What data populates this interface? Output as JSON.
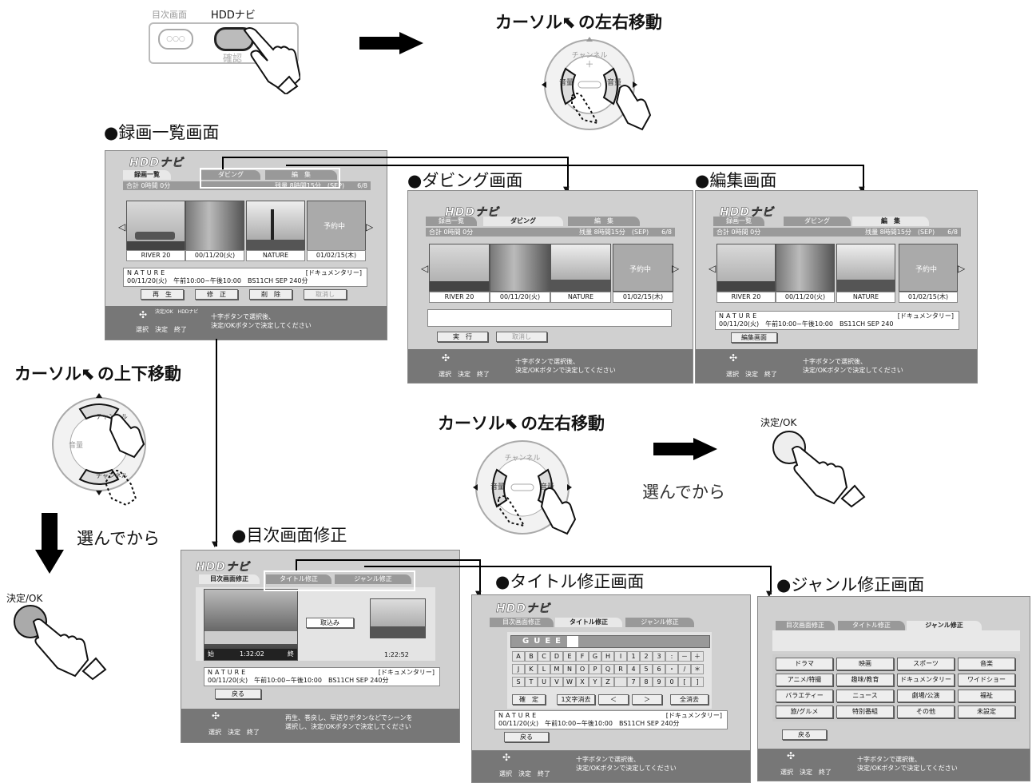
{
  "remote_top": {
    "left_label": "目次画面",
    "right_label": "HDDナビ",
    "sub_label": "確認"
  },
  "step_lr_top": {
    "title": "カーソル",
    "title_suffix": "の左右移動"
  },
  "dpad_top": {
    "ch": "チャンネル",
    "vol_l": "音量",
    "vol_r": "音量"
  },
  "list_screen": {
    "heading": "●録画一覧画面",
    "logo": "HDDナビ",
    "tabs": [
      "録画一覧",
      "ダビング",
      "編　集"
    ],
    "band_left": "合計 0時間 0分",
    "band_right": "残量 8時間15分　(SEP)　　6/8",
    "thumb_labels": [
      "RIVER 20",
      "00/11/20(火)",
      "NATURE",
      "01/02/15(木)"
    ],
    "reserve": "予約中",
    "info_title": "NATURE",
    "info_genre": "[ドキュメンタリー]",
    "info_line2": "00/11/20(火)　午前10:00~午後10:00　BS11CH SEP 240分",
    "buttons": [
      "再　生",
      "修　正",
      "削　除",
      "取消し"
    ],
    "foot_small": "決定/OK　HDDナビ",
    "foot_keys": "選択　決定　終了",
    "foot_msg1": "十字ボタンで選択後、",
    "foot_msg2": "決定/OKボタンで決定してください"
  },
  "dub_screen": {
    "heading": "●ダビング画面",
    "logo": "HDDナビ",
    "tabs": [
      "録画一覧",
      "ダビング",
      "編　集"
    ],
    "band_left": "合計 0時間 0分",
    "band_right": "残量 8時間15分　(SEP)　　6/8",
    "thumb_labels": [
      "RIVER 20",
      "00/11/20(火)",
      "NATURE",
      "01/02/15(木)"
    ],
    "reserve": "予約中",
    "buttons": [
      "実　行",
      "取消し"
    ],
    "foot_keys": "選択　決定　終了",
    "foot_msg1": "十字ボタンで選択後、",
    "foot_msg2": "決定/OKボタンで決定してください"
  },
  "edit_screen": {
    "heading": "●編集画面",
    "logo": "HDDナビ",
    "tabs": [
      "録画一覧",
      "ダビング",
      "編　集"
    ],
    "band_left": "合計 0時間 0分",
    "band_right": "残量 8時間15分　(SEP)　　6/8",
    "thumb_labels": [
      "RIVER 20",
      "00/11/20(火)",
      "NATURE",
      "01/02/15(木)"
    ],
    "reserve": "予約中",
    "info_title": "NATURE",
    "info_genre": "[ドキュメンタリー]",
    "info_line2": "00/11/20(火)　午前10:00~午後10:00　BS11CH SEP 240",
    "button": "編集画面",
    "foot_keys": "選択　決定　終了",
    "foot_msg1": "十字ボタンで選択後、",
    "foot_msg2": "決定/OKボタンで決定してください"
  },
  "step_ud": {
    "title": "カーソル",
    "title_suffix": "の上下移動",
    "then": "選んでから",
    "ok": "決定/OK"
  },
  "step_lr_mid": {
    "title": "カーソル",
    "title_suffix": "の左右移動",
    "then": "選んでから",
    "ok": "決定/OK"
  },
  "index_screen": {
    "heading": "●目次画面修正",
    "logo": "HDDナビ",
    "tabs": [
      "目次画面修正",
      "タイトル修正",
      "ジャンル修正"
    ],
    "time_start": "始",
    "time_main": "1:32:02",
    "time_end": "終",
    "capture_btn": "取込み",
    "time_right": "1:22:52",
    "info_title": "NATURE",
    "info_genre": "[ドキュメンタリー]",
    "info_line2": "00/11/20(火)　午前10:00~午後10:00　BS11CH SEP 240分",
    "back": "戻る",
    "foot_keys": "選択　決定　終了",
    "foot_msg1": "再生、巻戻し、早送りボタンなどでシーンを",
    "foot_msg2": "選択し、決定/OKボタンで決定してください"
  },
  "title_screen": {
    "heading": "●タイトル修正画面",
    "logo": "HDDナビ",
    "tabs": [
      "目次画面修正",
      "タイトル修正",
      "ジャンル修正"
    ],
    "input": "GUEE",
    "rows": [
      [
        "A",
        "B",
        "C",
        "D",
        "E",
        "F",
        "G",
        "H",
        "I",
        "1",
        "2",
        "3",
        ":",
        "－",
        "＋"
      ],
      [
        "J",
        "K",
        "L",
        "M",
        "N",
        "O",
        "P",
        "Q",
        "R",
        "4",
        "5",
        "6",
        "・",
        "/",
        "＊"
      ],
      [
        "S",
        "T",
        "U",
        "V",
        "W",
        "X",
        "Y",
        "Z",
        "",
        "7",
        "8",
        "9",
        "0",
        "[",
        "]"
      ]
    ],
    "keys": [
      "確　定",
      "1文字消去",
      "＜",
      "＞",
      "全消去"
    ],
    "info_title": "NATURE",
    "info_genre": "[ドキュメンタリー]",
    "info_line2": "00/11/20(火)　午前10:00~午後10:00　BS11CH SEP 240分",
    "back": "戻る",
    "foot_keys": "選択　決定　終了",
    "foot_msg1": "十字ボタンで選択後、",
    "foot_msg2": "決定/OKボタンで決定してください"
  },
  "genre_screen": {
    "heading": "●ジャンル修正画面",
    "tabs": [
      "目次画面修正",
      "タイトル修正",
      "ジャンル修正"
    ],
    "genres": [
      "ドラマ",
      "映画",
      "スポーツ",
      "音楽",
      "アニメ/特撮",
      "趣味/教育",
      "ドキュメンタリー",
      "ワイドショー",
      "バラエティー",
      "ニュース",
      "劇場/公演",
      "福祉",
      "旅/グルメ",
      "特別番組",
      "その他",
      "未設定"
    ],
    "back": "戻る",
    "foot_keys": "選択　決定　終了",
    "foot_msg1": "十字ボタンで選択後、",
    "foot_msg2": "決定/OKボタンで決定してください"
  }
}
